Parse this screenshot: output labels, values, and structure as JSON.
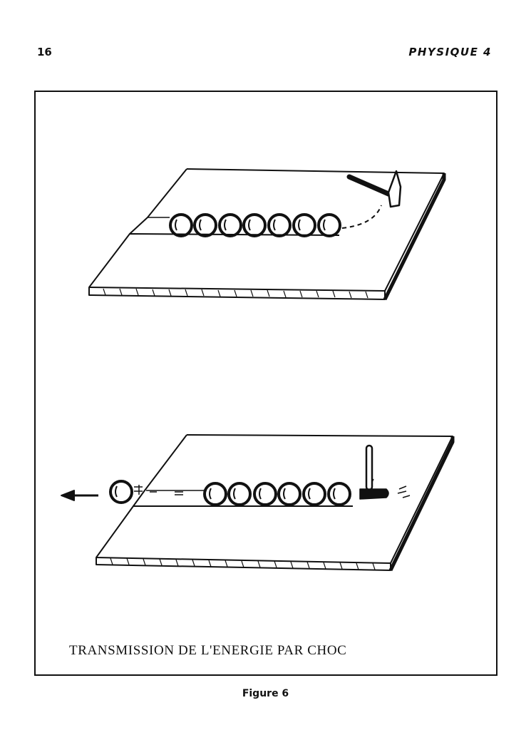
{
  "header": {
    "page_number": "16",
    "running_title": "PHYSIQUE 4"
  },
  "figure": {
    "caption": "TRANSMISSION DE L'ENERGIE PAR CHOC",
    "label": "Figure 6"
  }
}
